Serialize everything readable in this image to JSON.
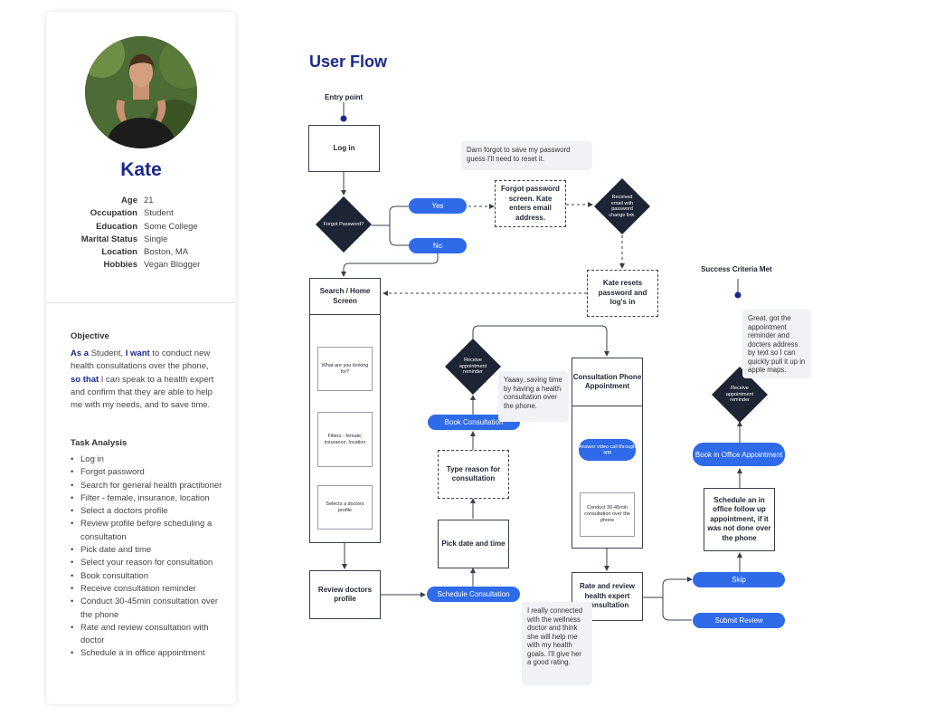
{
  "persona": {
    "name": "Kate",
    "facts": [
      {
        "label": "Age",
        "value": "21"
      },
      {
        "label": "Occupation",
        "value": "Student"
      },
      {
        "label": "Education",
        "value": "Some College"
      },
      {
        "label": "Marital Status",
        "value": "Single"
      },
      {
        "label": "Location",
        "value": "Boston, MA"
      },
      {
        "label": "Hobbies",
        "value": "Vegan Blogger"
      }
    ],
    "objective_heading": "Objective",
    "objective": {
      "as_a": "As a",
      "role": " Student, ",
      "i_want": "I want",
      "want_text": " to conduct new health consultations over the phone, ",
      "so_that": "so that",
      "so_text": " I can speak to a health expert and confirm that they are able to help me with my needs, and to save time."
    },
    "tasks_heading": "Task Analysis",
    "tasks": [
      "Log in",
      "Forgot password",
      "Search for general health practitioner",
      "Filter - female, insurance, location",
      "Select a doctors profile",
      "Review profile before scheduling a consultation",
      "Pick date and time",
      "Select your reason for consultation",
      "Book consultation",
      "Receive consultation reminder",
      "Conduct 30-45min consultation over the phone",
      "Rate and review consultation with doctor",
      "Schedule a in office appointment"
    ]
  },
  "flow": {
    "title": "User Flow",
    "entry_point": "Entry point",
    "success": "Success Criteria Met",
    "log_in": "Log in",
    "forgot_password": "Forgot Password?",
    "yes": "Yes",
    "no": "No",
    "forgot_screen": "Forgot password screen. Kate enters email address.",
    "received_email": "Received email with password change link.",
    "kate_resets": "Kate resets password and log's in",
    "search_home": "Search / Home Screen",
    "looking_for": "What are you looking for?",
    "filters": "Filters - female, insurance, location",
    "selects_profile": "Selects a doctors profile",
    "review_profile": "Review doctors profile",
    "schedule_consultation": "Schedule Consultation",
    "pick_date": "Pick date and time",
    "type_reason": "Type reason for consultation",
    "book_consultation": "Book Consultation",
    "receive_reminder_1": "Receive appointment reminder",
    "consultation_phone": "Consultation Phone Appointment",
    "answer_video": "Answer video call through app",
    "conduct": "Conduct 30-45min consultation over the phone",
    "rate_review": "Rate and review health expert consultation",
    "skip": "Skip",
    "submit_review": "Submit Review",
    "schedule_office": "Schedule an in office follow up appointment, if it was not done over the phone",
    "book_office": "Book in Office Appointment",
    "receive_reminder_2": "Receive appointment reminder",
    "notes": {
      "forgot": "Darn forgot to save my password guess I'll need to reset it.",
      "saving": "Yaaay, saving time by having a health consultation over the phone.",
      "connected": "I really connected with the wellness doctor and think she will help me with my health goals. I'll give her a good rating.",
      "great": "Great, got the appointment reminder and docters address by text so I can quickly pull it up in apple maps."
    }
  },
  "colors": {
    "navy": "#1a2a8c",
    "pill_blue": "#2f6ae8",
    "diamond": "#1d2433",
    "note_bg": "#f1f2f5"
  }
}
